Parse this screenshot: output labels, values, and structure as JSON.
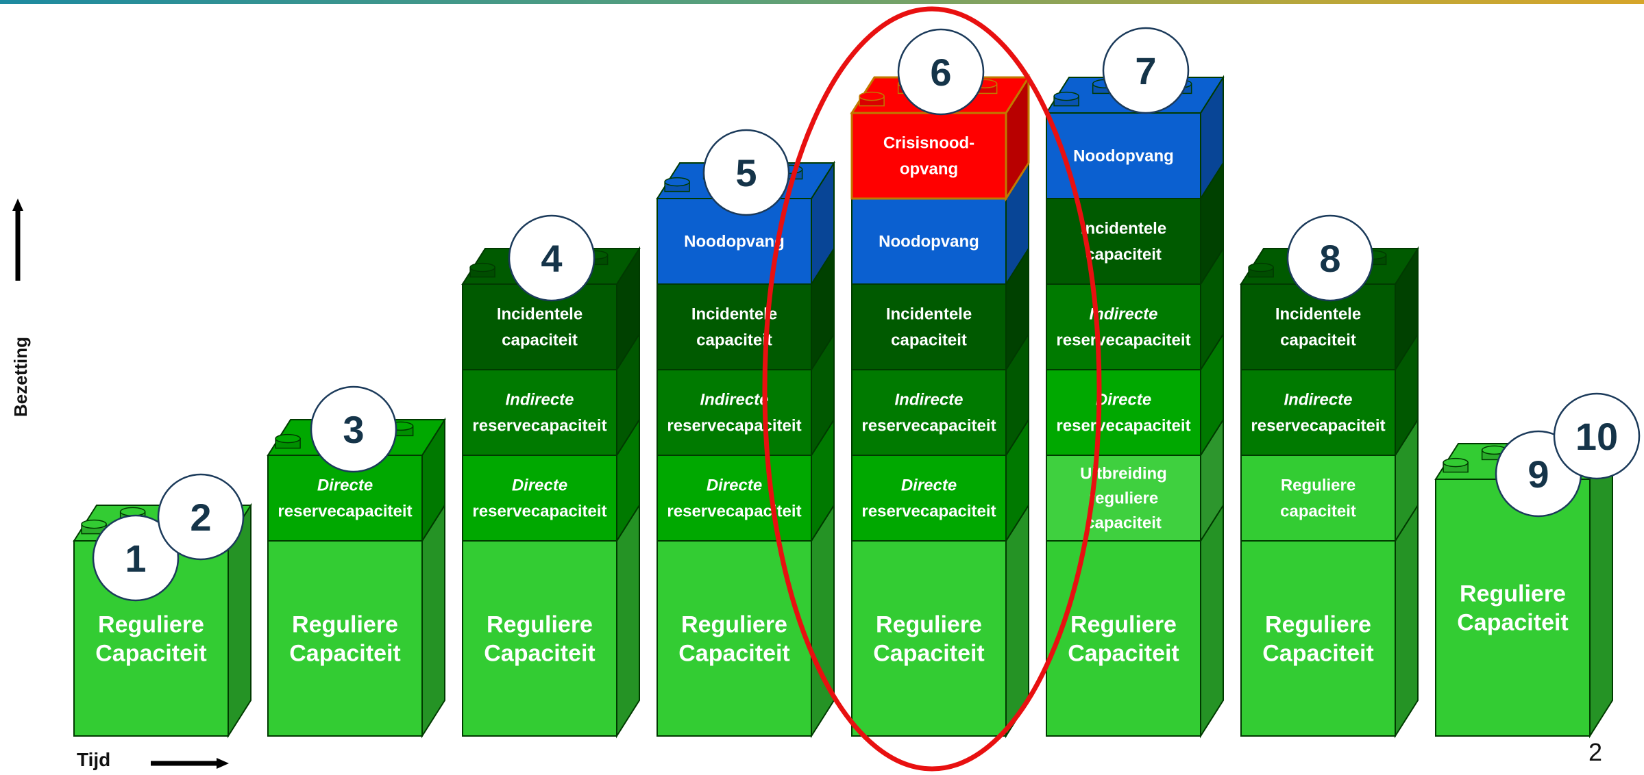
{
  "axis": {
    "y_label": "Bezetting",
    "x_label": "Tijd"
  },
  "page_number": "2",
  "colors": {
    "regular": "#33cc33",
    "directe": "#00a800",
    "indirecte": "#007a00",
    "incidentele": "#005a00",
    "noodopvang": "#0b60d0",
    "crisis": "#ff0000",
    "highlight": "#e81010",
    "circle_text": "#153449"
  },
  "stacks": [
    {
      "numbers": [
        "1",
        "2"
      ],
      "layers": [
        {
          "type": "regular",
          "lines": [
            "Reguliere",
            "Capaciteit"
          ]
        }
      ]
    },
    {
      "numbers": [
        "3"
      ],
      "layers": [
        {
          "type": "regular",
          "lines": [
            "Reguliere",
            "Capaciteit"
          ]
        },
        {
          "type": "directe",
          "lines": [
            "Directe",
            "reservecapaciteit"
          ],
          "italic_first": true
        }
      ]
    },
    {
      "numbers": [
        "4"
      ],
      "layers": [
        {
          "type": "regular",
          "lines": [
            "Reguliere",
            "Capaciteit"
          ]
        },
        {
          "type": "directe",
          "lines": [
            "Directe",
            "reservecapaciteit"
          ],
          "italic_first": true
        },
        {
          "type": "indirecte",
          "lines": [
            "Indirecte",
            "reservecapaciteit"
          ],
          "italic_first": true
        },
        {
          "type": "incidentele",
          "lines": [
            "Incidentele",
            "capaciteit"
          ]
        }
      ]
    },
    {
      "numbers": [
        "5"
      ],
      "layers": [
        {
          "type": "regular",
          "lines": [
            "Reguliere",
            "Capaciteit"
          ]
        },
        {
          "type": "directe",
          "lines": [
            "Directe",
            "reservecapaciteit"
          ],
          "italic_first": true
        },
        {
          "type": "indirecte",
          "lines": [
            "Indirecte",
            "reservecapaciteit"
          ],
          "italic_first": true
        },
        {
          "type": "incidentele",
          "lines": [
            "Incidentele",
            "capaciteit"
          ]
        },
        {
          "type": "noodopvang",
          "lines": [
            "Noodopvang"
          ]
        }
      ]
    },
    {
      "numbers": [
        "6"
      ],
      "layers": [
        {
          "type": "regular",
          "lines": [
            "Reguliere",
            "Capaciteit"
          ]
        },
        {
          "type": "directe",
          "lines": [
            "Directe",
            "reservecapaciteit"
          ],
          "italic_first": true
        },
        {
          "type": "indirecte",
          "lines": [
            "Indirecte",
            "reservecapaciteit"
          ],
          "italic_first": true
        },
        {
          "type": "incidentele",
          "lines": [
            "Incidentele",
            "capaciteit"
          ]
        },
        {
          "type": "noodopvang",
          "lines": [
            "Noodopvang"
          ]
        },
        {
          "type": "crisis",
          "lines": [
            "Crisisnood-",
            "opvang"
          ]
        }
      ]
    },
    {
      "numbers": [
        "7"
      ],
      "layers": [
        {
          "type": "regular",
          "lines": [
            "Reguliere",
            "Capaciteit"
          ]
        },
        {
          "type": "uitbreiding",
          "lines": [
            "Uitbreiding",
            "reguliere",
            "capaciteit"
          ]
        },
        {
          "type": "directe",
          "lines": [
            "Directe",
            "reservecapaciteit"
          ],
          "italic_first": true
        },
        {
          "type": "indirecte",
          "lines": [
            "Indirecte",
            "reservecapaciteit"
          ],
          "italic_first": true
        },
        {
          "type": "incidentele",
          "lines": [
            "Incidentele",
            "capaciteit"
          ]
        },
        {
          "type": "noodopvang",
          "lines": [
            "Noodopvang"
          ]
        }
      ]
    },
    {
      "numbers": [
        "8"
      ],
      "layers": [
        {
          "type": "regular",
          "lines": [
            "Reguliere",
            "Capaciteit"
          ]
        },
        {
          "type": "regular_small",
          "lines": [
            "Reguliere",
            "capaciteit"
          ]
        },
        {
          "type": "indirecte",
          "lines": [
            "Indirecte",
            "reservecapaciteit"
          ],
          "italic_first": true
        },
        {
          "type": "incidentele",
          "lines": [
            "Incidentele",
            "capaciteit"
          ]
        }
      ]
    },
    {
      "numbers": [
        "9",
        "10"
      ],
      "layers": [
        {
          "type": "regular",
          "lines": [
            "Reguliere",
            "Capaciteit"
          ]
        }
      ]
    }
  ]
}
